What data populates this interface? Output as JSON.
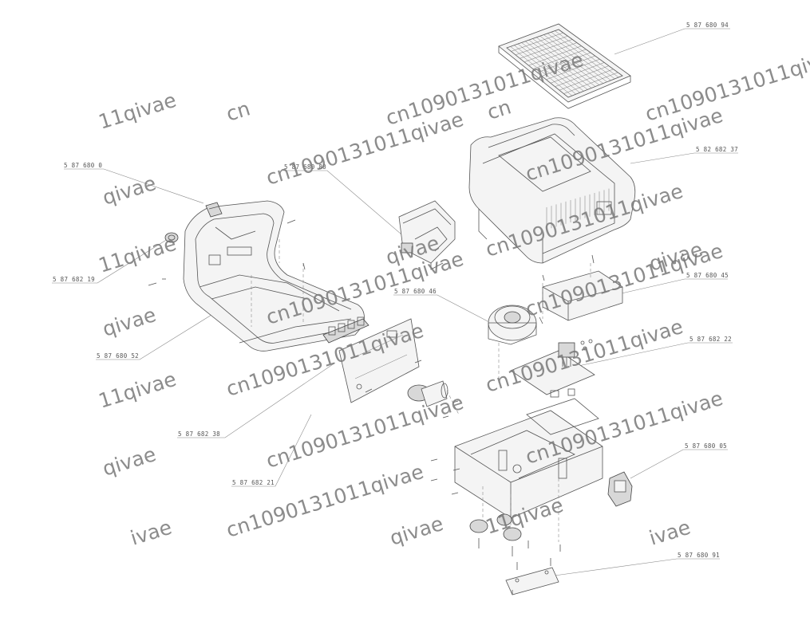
{
  "callouts": [
    {
      "id": "grid",
      "label": "5 87 680 94"
    },
    {
      "id": "housing",
      "label": "5 82 682 37"
    },
    {
      "id": "switch-left",
      "label": "5 87 680 0"
    },
    {
      "id": "bracket",
      "label": "5 87 680 80"
    },
    {
      "id": "connector-left",
      "label": "5 87 682 19"
    },
    {
      "id": "box-right",
      "label": "5 87 680 45"
    },
    {
      "id": "fan",
      "label": "5 87 680 46"
    },
    {
      "id": "frame",
      "label": "5 87 680 52"
    },
    {
      "id": "pcb-small",
      "label": "5 87 682 22"
    },
    {
      "id": "pcb-left",
      "label": "5 87 682 38"
    },
    {
      "id": "power-socket",
      "label": "5 87 680 05"
    },
    {
      "id": "spacer",
      "label": "5 87 682 21"
    },
    {
      "id": "base-plate",
      "label": "5 87 680 91"
    }
  ],
  "watermark": {
    "text_full": "cn1090131011qivae",
    "fragments": [
      "cn1090131011qivae",
      "cn1090131011qivae",
      "cn1090131011qivae",
      "cn1090131011qivae",
      "cn1090131011qivae",
      "cn1090131011qivae",
      "cn1090131011qivae",
      "cn1090131011qivae",
      "11qivae",
      "qivae",
      "11qivae",
      "qivae",
      "11qivae",
      "qivae",
      "ivae",
      "qivae",
      "ivae",
      "qivae",
      "cn1090131011qivae",
      "cn1090131011qivae",
      "cn1090131011qivae",
      "cn",
      "cn",
      "cn1090131011qivae",
      "11qivae",
      "qivae"
    ]
  }
}
